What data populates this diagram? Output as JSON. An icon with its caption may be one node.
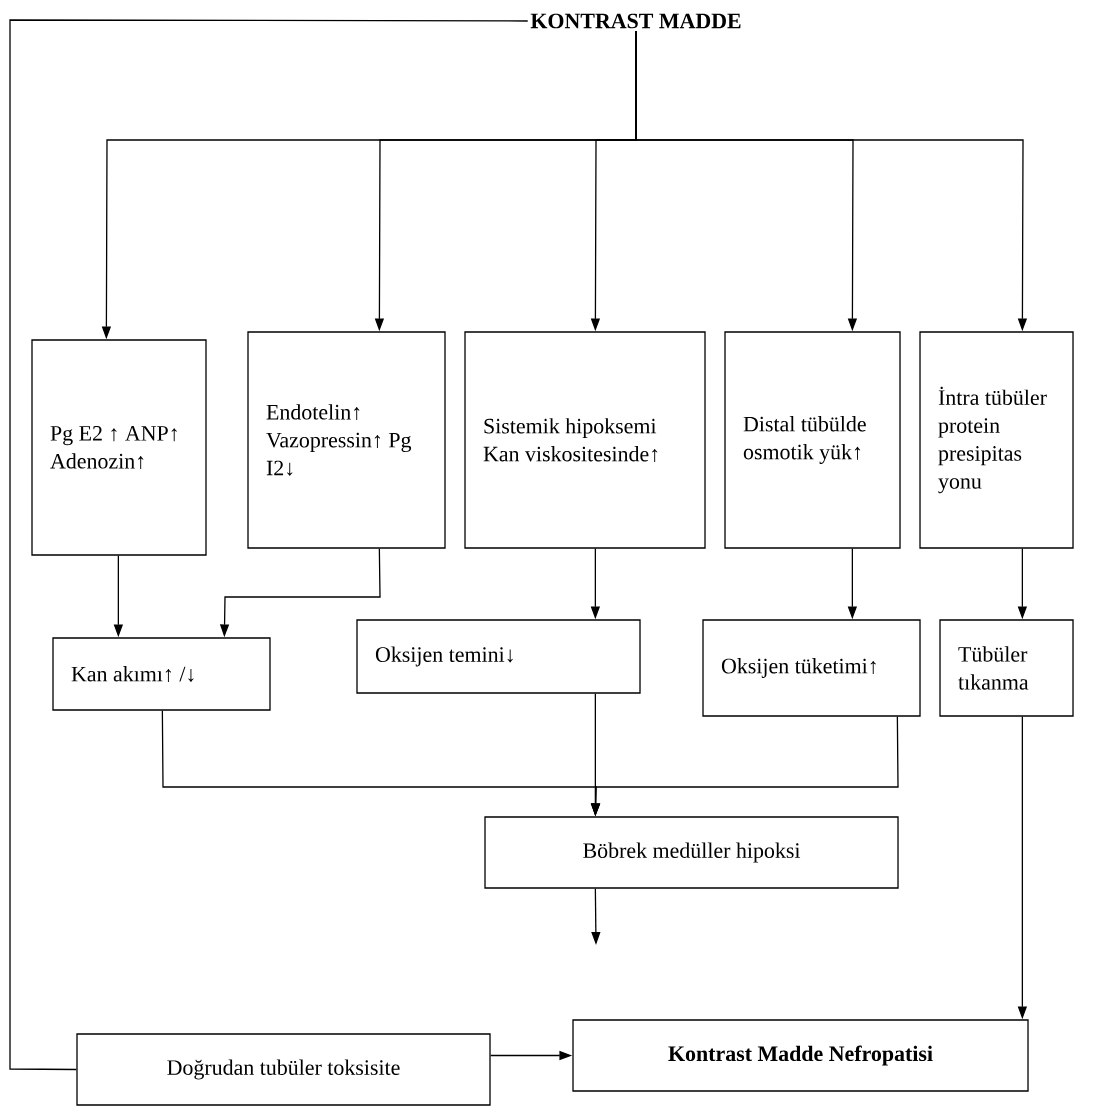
{
  "diagram": {
    "nodes": [
      {
        "text": [
          "KONTRAST MADDE"
        ]
      },
      {
        "text": [
          "Pg E2 ↑ ANP↑ Adenozin↑"
        ]
      },
      {
        "text": [
          "Endotelin↑ Vazopressin↑ Pg I2↓"
        ]
      },
      {
        "text": [
          "Sistemik hipoksemi Kan viskositesinde↑"
        ]
      },
      {
        "text": [
          "Distal tübülde osmotik yük↑"
        ]
      },
      {
        "text": [
          "İntra tübüler protein presipitas yonu"
        ]
      },
      {
        "text": [
          "Kan akımı↑ /↓"
        ]
      },
      {
        "text": [
          "Oksijen temini↓"
        ]
      },
      {
        "text": [
          "Oksijen tüketimi↑"
        ]
      },
      {
        "text": [
          "Tübüler tıkanma"
        ]
      },
      {
        "text": [
          "Böbrek medüller hipoksi"
        ]
      },
      {
        "text": [
          "Doğrudan tubüler toksisite"
        ]
      },
      {
        "text": [
          "Kontrast Madde Nefropatisi"
        ]
      }
    ],
    "edges": [
      {
        "from": 0,
        "to": 1,
        "arrow": "to"
      },
      {
        "from": 0,
        "to": 2,
        "arrow": "to"
      },
      {
        "from": 0,
        "to": 3,
        "arrow": "to"
      },
      {
        "from": 0,
        "to": 4,
        "arrow": "to"
      },
      {
        "from": 0,
        "to": 5,
        "arrow": "to"
      },
      {
        "from": 0,
        "to": 11,
        "arrow": "none"
      },
      {
        "from": 1,
        "to": 6,
        "arrow": "to"
      },
      {
        "from": 2,
        "to": 6,
        "arrow": "to"
      },
      {
        "from": 3,
        "to": 7,
        "arrow": "to"
      },
      {
        "from": 4,
        "to": 8,
        "arrow": "to"
      },
      {
        "from": 5,
        "to": 9,
        "arrow": "to"
      },
      {
        "from": 6,
        "to": 10,
        "arrow": "to"
      },
      {
        "from": 7,
        "to": 10,
        "arrow": "to"
      },
      {
        "from": 8,
        "to": 10,
        "arrow": "to"
      },
      {
        "from": 10,
        "to": null,
        "arrow": "to"
      },
      {
        "from": 9,
        "to": 12,
        "arrow": "to"
      },
      {
        "from": 11,
        "to": 12,
        "arrow": "to"
      }
    ]
  }
}
